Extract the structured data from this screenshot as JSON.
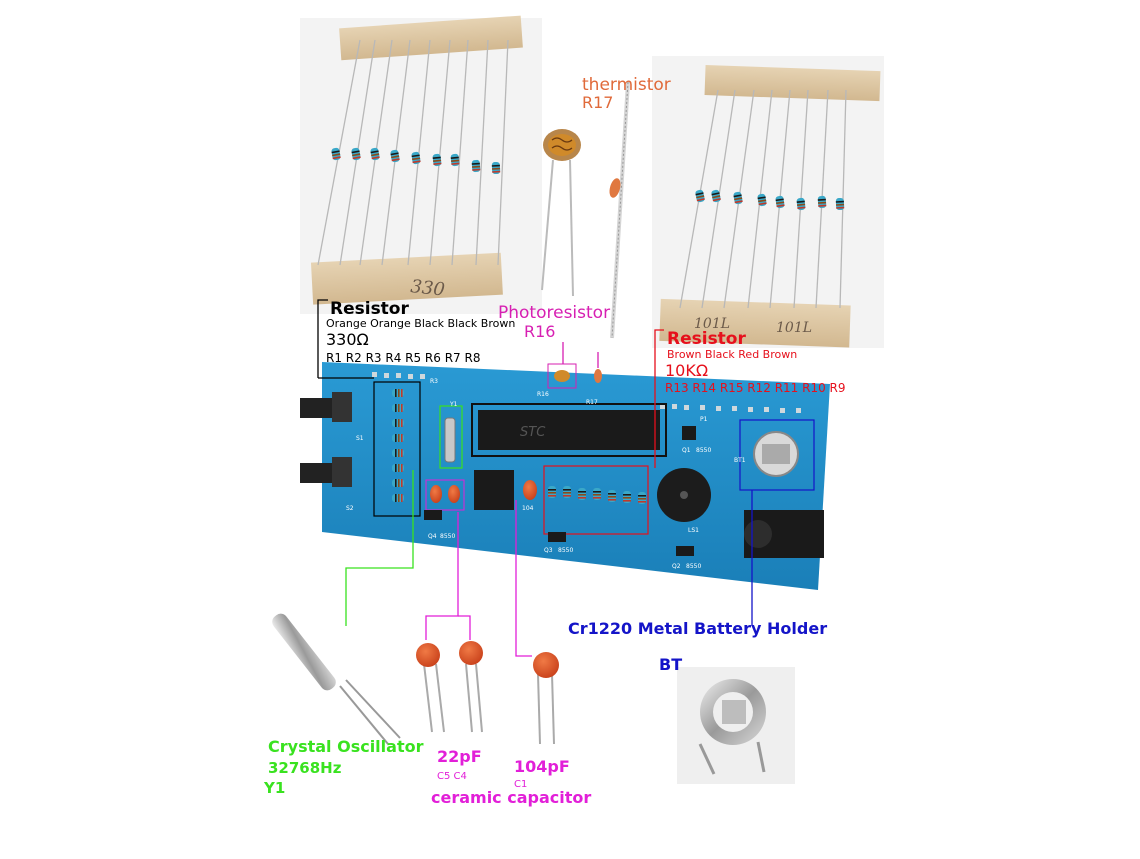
{
  "photo": {
    "strip_left_marking": "330",
    "strip_right_markings": [
      "101L",
      "101L"
    ]
  },
  "labels": {
    "photoresistor": {
      "name": "Photoresistor",
      "ref": "R16"
    },
    "thermistor": {
      "name": "thermistor",
      "ref": "R17"
    },
    "resistor_330": {
      "name": "Resistor",
      "color_code": "Orange Orange Black Black Brown",
      "value": "330Ω",
      "refs": "R1 R2 R3 R4 R5 R6 R7 R8"
    },
    "resistor_10k": {
      "name": "Resistor",
      "color_code": "Brown Black Red Brown",
      "value": "10KΩ",
      "refs": "R13 R14 R15 R12 R11 R10 R9"
    },
    "battery_holder": {
      "name": "Cr1220 Metal Battery Holder",
      "ref": "BT"
    },
    "crystal": {
      "name": "Crystal Oscillator",
      "freq": "32768Hz",
      "ref": "Y1"
    },
    "cap_22pf": {
      "value": "22pF",
      "refs": "C5  C4"
    },
    "cap_104pf": {
      "value": "104pF",
      "ref": "C1"
    },
    "capacitor_type": "ceramic capacitor"
  },
  "pcb": {
    "silkscreen": {
      "chip": "STC",
      "r16": "R16",
      "r17": "R17",
      "r3": "R3",
      "p1": "P1",
      "y1": "Y1",
      "s1": "S1",
      "s2": "S2",
      "q1": "Q1",
      "q1_type": "8550",
      "q2": "Q2",
      "q2_type": "8550",
      "q3": "Q3",
      "q3_type": "8550",
      "q4": "Q4",
      "q4_type": "8550",
      "ls1": "LS1",
      "bt1": "BT1",
      "cap_marking": "104"
    }
  },
  "colors": {
    "photoresistor": "#d71fb2",
    "thermistor": "#e06a3a",
    "resistor_330": "#000000",
    "resistor_10k": "#e6101c",
    "battery_holder": "#1414c8",
    "crystal": "#39e21f",
    "capacitor": "#e21fd8",
    "pcb": "#1f8fc8"
  }
}
